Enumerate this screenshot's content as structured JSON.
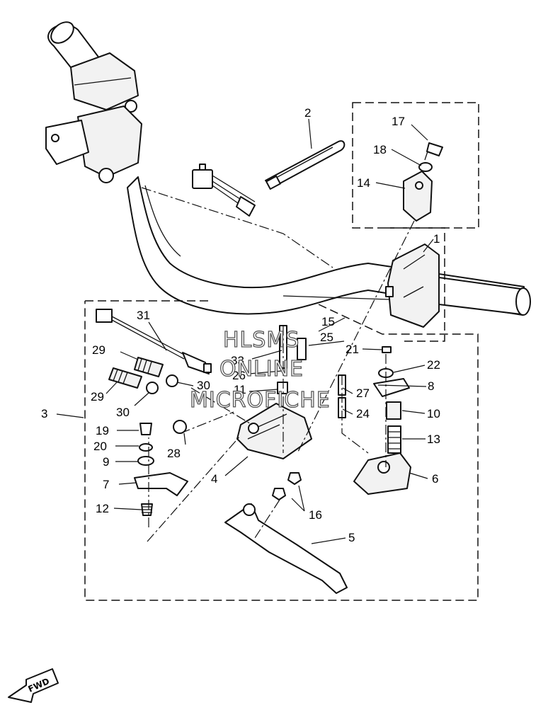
{
  "diagram": {
    "watermark": {
      "line1": "HLSMS",
      "line2": "ONLINE",
      "line3": "MICROFICHE"
    },
    "fwd_label": "FWD",
    "callouts": [
      {
        "id": "c1",
        "label": "1"
      },
      {
        "id": "c2",
        "label": "2"
      },
      {
        "id": "c3",
        "label": "3"
      },
      {
        "id": "c4",
        "label": "4"
      },
      {
        "id": "c5",
        "label": "5"
      },
      {
        "id": "c6",
        "label": "6"
      },
      {
        "id": "c7",
        "label": "7"
      },
      {
        "id": "c8",
        "label": "8"
      },
      {
        "id": "c9",
        "label": "9"
      },
      {
        "id": "c10",
        "label": "10"
      },
      {
        "id": "c11",
        "label": "11"
      },
      {
        "id": "c12",
        "label": "12"
      },
      {
        "id": "c13",
        "label": "13"
      },
      {
        "id": "c14",
        "label": "14"
      },
      {
        "id": "c15",
        "label": "15"
      },
      {
        "id": "c16",
        "label": "16"
      },
      {
        "id": "c17",
        "label": "17"
      },
      {
        "id": "c18",
        "label": "18"
      },
      {
        "id": "c19",
        "label": "19"
      },
      {
        "id": "c20",
        "label": "20"
      },
      {
        "id": "c21",
        "label": "21"
      },
      {
        "id": "c22",
        "label": "22"
      },
      {
        "id": "c24",
        "label": "24"
      },
      {
        "id": "c25",
        "label": "25"
      },
      {
        "id": "c26",
        "label": "26"
      },
      {
        "id": "c27",
        "label": "27"
      },
      {
        "id": "c28",
        "label": "28"
      },
      {
        "id": "c29a",
        "label": "29"
      },
      {
        "id": "c29b",
        "label": "29"
      },
      {
        "id": "c30a",
        "label": "30"
      },
      {
        "id": "c30b",
        "label": "30"
      },
      {
        "id": "c31",
        "label": "31"
      },
      {
        "id": "c33",
        "label": "33"
      }
    ]
  }
}
